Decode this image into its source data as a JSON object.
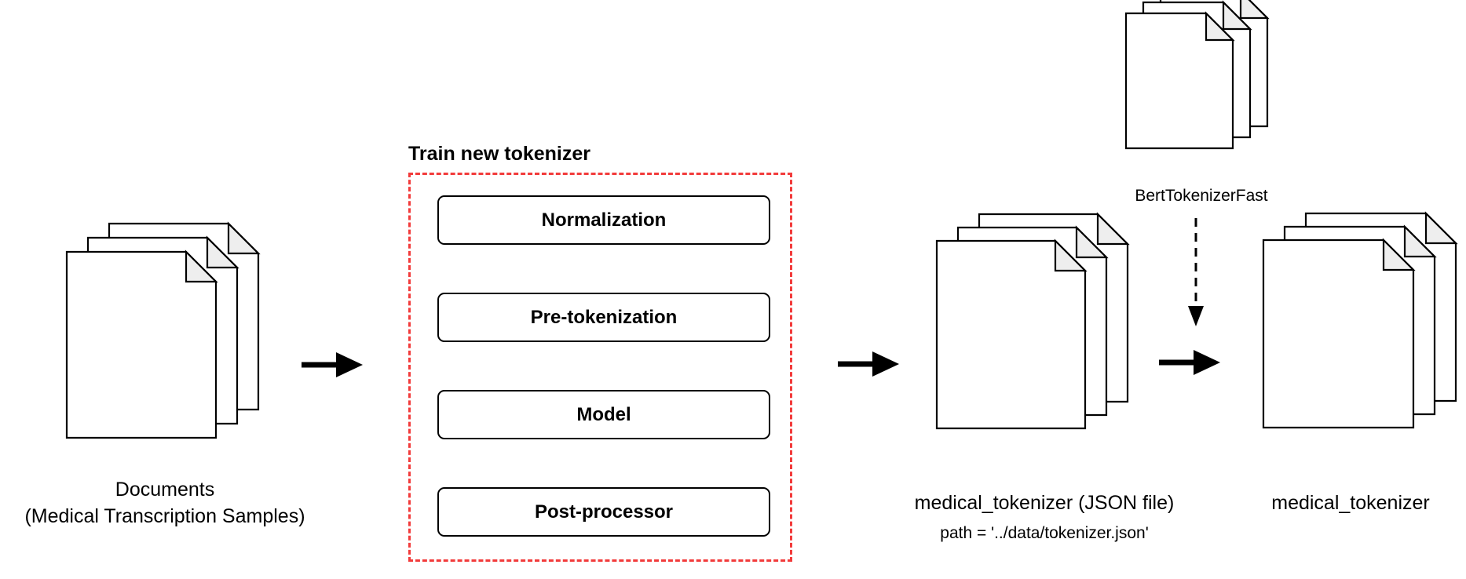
{
  "documents": {
    "line1": "Documents",
    "line2": "(Medical Transcription Samples)",
    "icon": "document-stack-icon"
  },
  "train": {
    "title": "Train new tokenizer",
    "frame_color": "#f23b3b",
    "steps": [
      "Normalization",
      "Pre-tokenization",
      "Model",
      "Post-processor"
    ]
  },
  "bert": {
    "label": "BertTokenizerFast",
    "icon": "document-stack-icon"
  },
  "json_tokenizer": {
    "name": "medical_tokenizer (JSON file)",
    "path": "path = '../data/tokenizer.json'",
    "icon": "document-stack-icon"
  },
  "final_tokenizer": {
    "name": "medical_tokenizer",
    "icon": "document-stack-icon"
  }
}
